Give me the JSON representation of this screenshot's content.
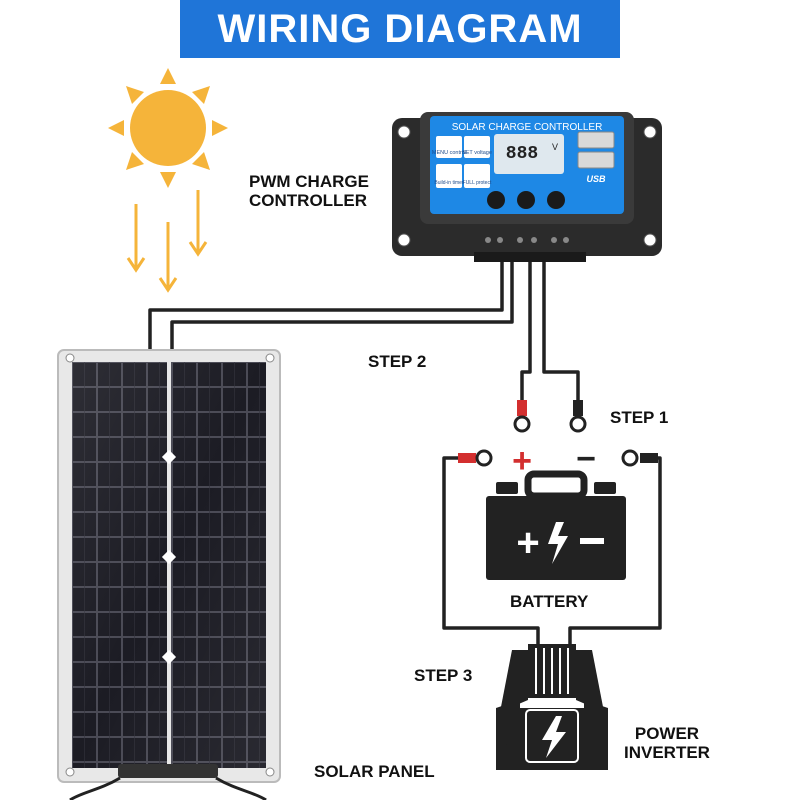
{
  "title": "WIRING DIAGRAM",
  "labels": {
    "controller_line1": "PWM CHARGE",
    "controller_line2": "CONTROLLER",
    "step1": "STEP 1",
    "step2": "STEP 2",
    "step3": "STEP 3",
    "battery": "BATTERY",
    "inverter_line1": "POWER",
    "inverter_line2": "INVERTER",
    "solar_panel": "SOLAR PANEL"
  },
  "controller_screen": {
    "header": "SOLAR CHARGE CONTROLLER",
    "display": "888",
    "unit": "V",
    "usb": "USB",
    "btn_menu": "MENU control",
    "btn_set": "SET voltage",
    "btn_timer": "Build-in timer",
    "btn_protect": "FULL protect"
  },
  "battery_symbols": {
    "plus": "+",
    "minus": "−"
  },
  "colors": {
    "banner": "#1f75d8",
    "sun": "#f5b43a",
    "controller_body": "#2b2b2b",
    "controller_panel": "#1e88e5",
    "panel_cell": "#1c1c24",
    "wire": "#222222",
    "red_terminal": "#d32f2f",
    "plus_sign": "#d32f2f"
  }
}
